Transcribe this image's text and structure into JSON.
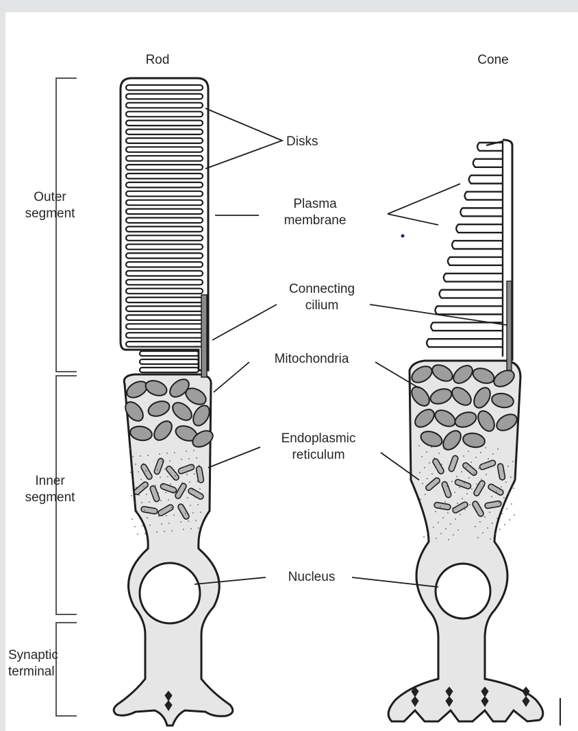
{
  "diagram": {
    "columns": {
      "rod": "Rod",
      "cone": "Cone"
    },
    "segments": [
      {
        "id": "outer",
        "lines": [
          "Outer",
          "segment"
        ]
      },
      {
        "id": "inner",
        "lines": [
          "Inner",
          "segment"
        ]
      },
      {
        "id": "synaptic",
        "lines": [
          "Synaptic",
          "terminal"
        ]
      }
    ],
    "labels": {
      "disks": "Disks",
      "plasma_membrane": [
        "Plasma",
        "membrane"
      ],
      "connecting_cilium": [
        "Connecting",
        "cilium"
      ],
      "mitochondria": "Mitochondria",
      "endoplasmic_reticulum": [
        "Endoplasmic",
        "reticulum"
      ],
      "nucleus": "Nucleus"
    }
  }
}
